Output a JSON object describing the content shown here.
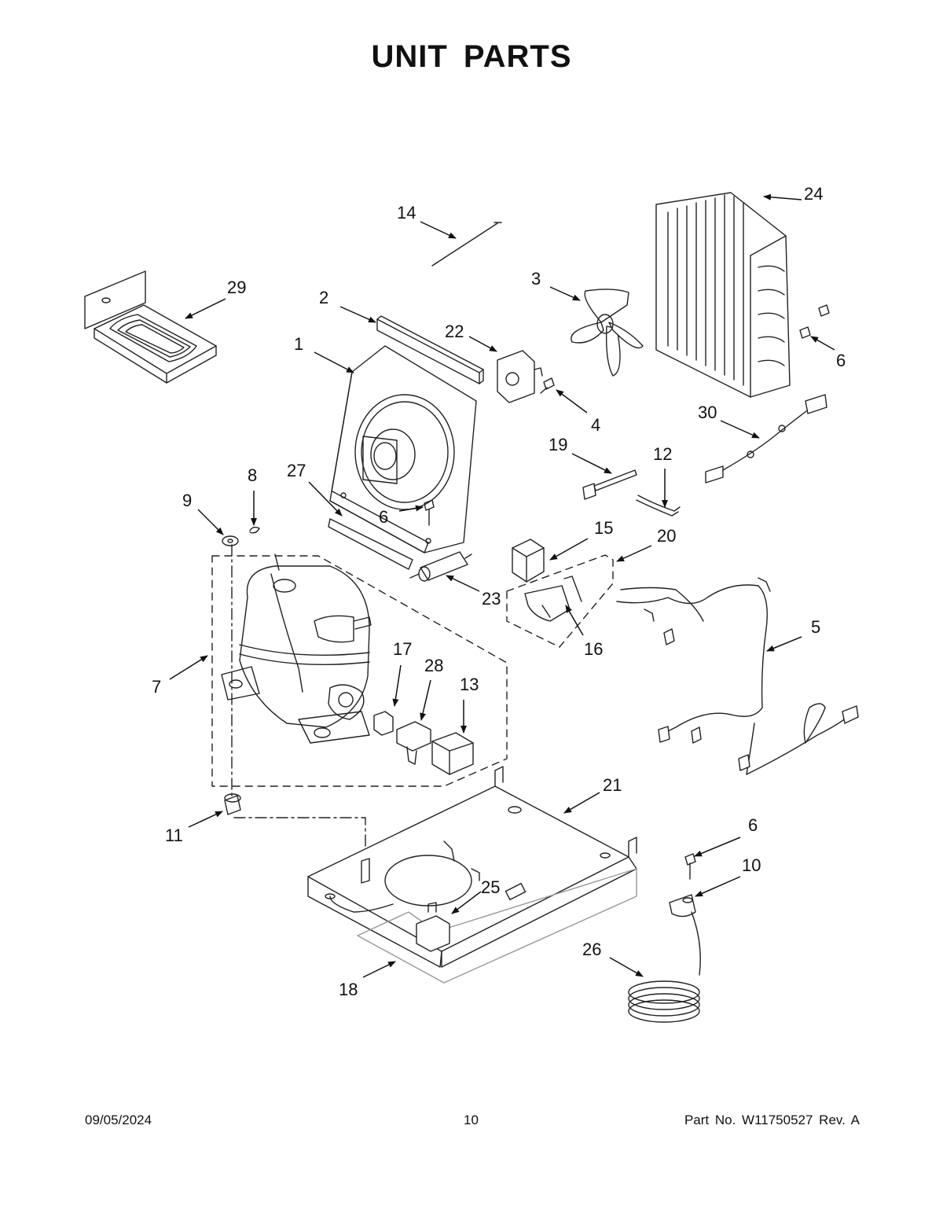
{
  "page": {
    "title": "UNIT PARTS",
    "footer": {
      "date": "09/05/2024",
      "page_number": "10",
      "part_number": "Part No.  W11750527  Rev.  A"
    }
  },
  "callouts": {
    "c1": "1",
    "c2": "2",
    "c3": "3",
    "c4": "4",
    "c5": "5",
    "c6a": "6",
    "c6b": "6",
    "c6c": "6",
    "c7": "7",
    "c8": "8",
    "c9": "9",
    "c10": "10",
    "c11": "11",
    "c12": "12",
    "c13": "13",
    "c14": "14",
    "c15": "15",
    "c16": "16",
    "c17": "17",
    "c18": "18",
    "c19": "19",
    "c20": "20",
    "c21": "21",
    "c22": "22",
    "c23": "23",
    "c24": "24",
    "c25": "25",
    "c26": "26",
    "c27": "27",
    "c28": "28",
    "c29": "29",
    "c30": "30"
  }
}
